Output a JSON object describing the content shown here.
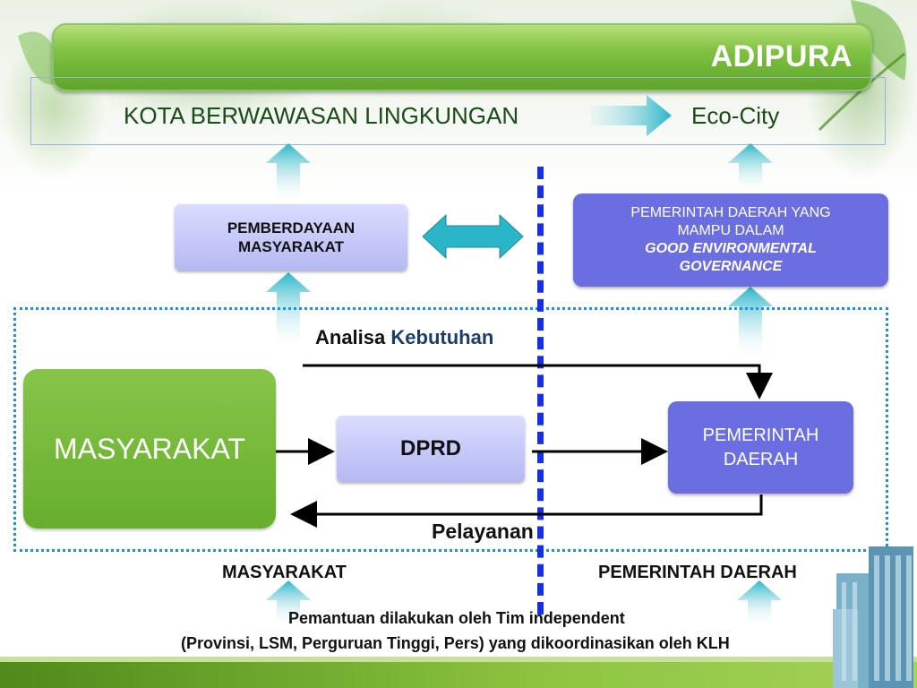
{
  "title": "ADIPURA",
  "top_row": {
    "left": "KOTA BERWAWASAN LINGKUNGAN",
    "right": "Eco-City"
  },
  "pemberdayaan": [
    "PEMBERDAYAAN",
    "MASYARAKAT"
  ],
  "pemda_top": {
    "line1": "PEMERINTAH DAERAH YANG",
    "line2": "MAMPU DALAM",
    "line3": "GOOD ENVIRONMENTAL",
    "line4": "GOVERNANCE"
  },
  "analisa": {
    "a": "Analisa",
    "b": "Kebutuhan"
  },
  "masyarakat_box": "MASYARAKAT",
  "dprd": "DPRD",
  "pemda_mid": [
    "PEMERINTAH",
    "DAERAH"
  ],
  "pelayanan": "Pelayanan",
  "labels": {
    "left": "MASYARAKAT",
    "right": "PEMERINTAH DAERAH"
  },
  "footer": {
    "line1": "Pemantuan dilakukan oleh Tim independent",
    "line2": "(Provinsi, LSM, Perguruan Tinggi, Pers) yang dikoordinasikan oleh KLH"
  },
  "colors": {
    "green": "#7fc242",
    "blue_box": "#6a6ee0",
    "light_box": "#c3c6f6",
    "dotted": "#1e90e0",
    "dash": "#1530e0",
    "arrow_teal": "#2ab5c8"
  }
}
